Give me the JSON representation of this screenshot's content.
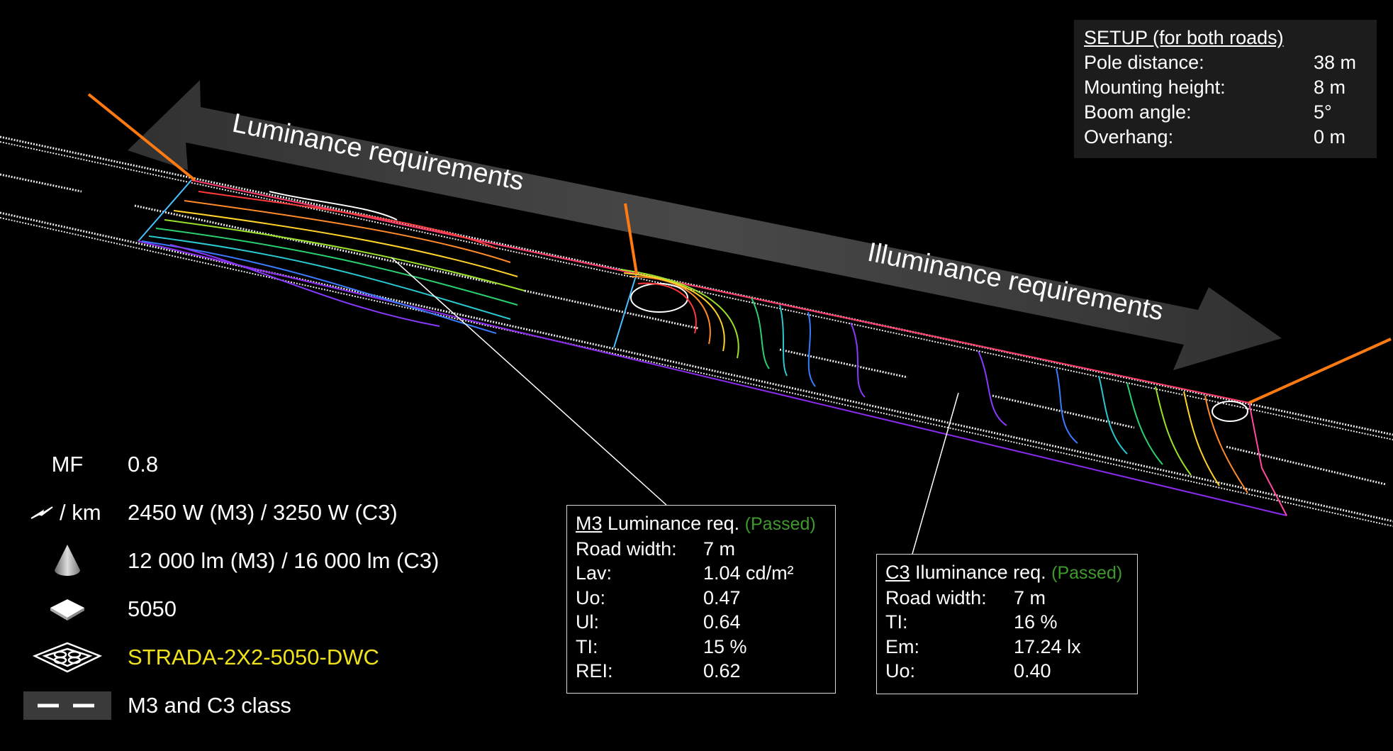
{
  "arrows": {
    "luminance_label": "Luminance requirements",
    "illuminance_label": "Illuminance requirements"
  },
  "setup": {
    "title": "SETUP (for both roads)",
    "rows": [
      {
        "label": "Pole distance:",
        "value": "38 m"
      },
      {
        "label": "Mounting height:",
        "value": "8 m"
      },
      {
        "label": "Boom angle:",
        "value": "5°"
      },
      {
        "label": "Overhang:",
        "value": "0 m"
      }
    ]
  },
  "m3_box": {
    "class_code": "M3",
    "title": "Luminance req.",
    "status": "(Passed)",
    "rows": [
      {
        "label": "Road width:",
        "value": "7 m"
      },
      {
        "label": "Lav:",
        "value": "1.04 cd/m²"
      },
      {
        "label": "Uo:",
        "value": "0.47"
      },
      {
        "label": "Ul:",
        "value": "0.64"
      },
      {
        "label": "TI:",
        "value": "15 %"
      },
      {
        "label": "REI:",
        "value": "0.62"
      }
    ]
  },
  "c3_box": {
    "class_code": "C3",
    "title": "Iluminance req.",
    "status": "(Passed)",
    "rows": [
      {
        "label": "Road width:",
        "value": "7 m"
      },
      {
        "label": "TI:",
        "value": "16 %"
      },
      {
        "label": "Em:",
        "value": "17.24 lx"
      },
      {
        "label": "Uo:",
        "value": "0.40"
      }
    ]
  },
  "legend": {
    "mf_key": "MF",
    "mf_value": "0.8",
    "power_unit": "/ km",
    "power_value": "2450 W (M3) / 3250 W (C3)",
    "lumen_value": "12 000 lm (M3) / 16 000 lm (C3)",
    "led_value": "5050",
    "luminaire_value": "STRADA-2X2-5050-DWC",
    "road_class_value": "M3 and C3 class"
  },
  "colors": {
    "status_passed": "#3f9a2c",
    "luminaire_name": "#f0e21a",
    "pole": "#ff7a10"
  },
  "icons": [
    "lightning-icon",
    "cone-icon",
    "led-chip-icon",
    "luminaire-2x2-icon",
    "dashed-road-icon"
  ]
}
